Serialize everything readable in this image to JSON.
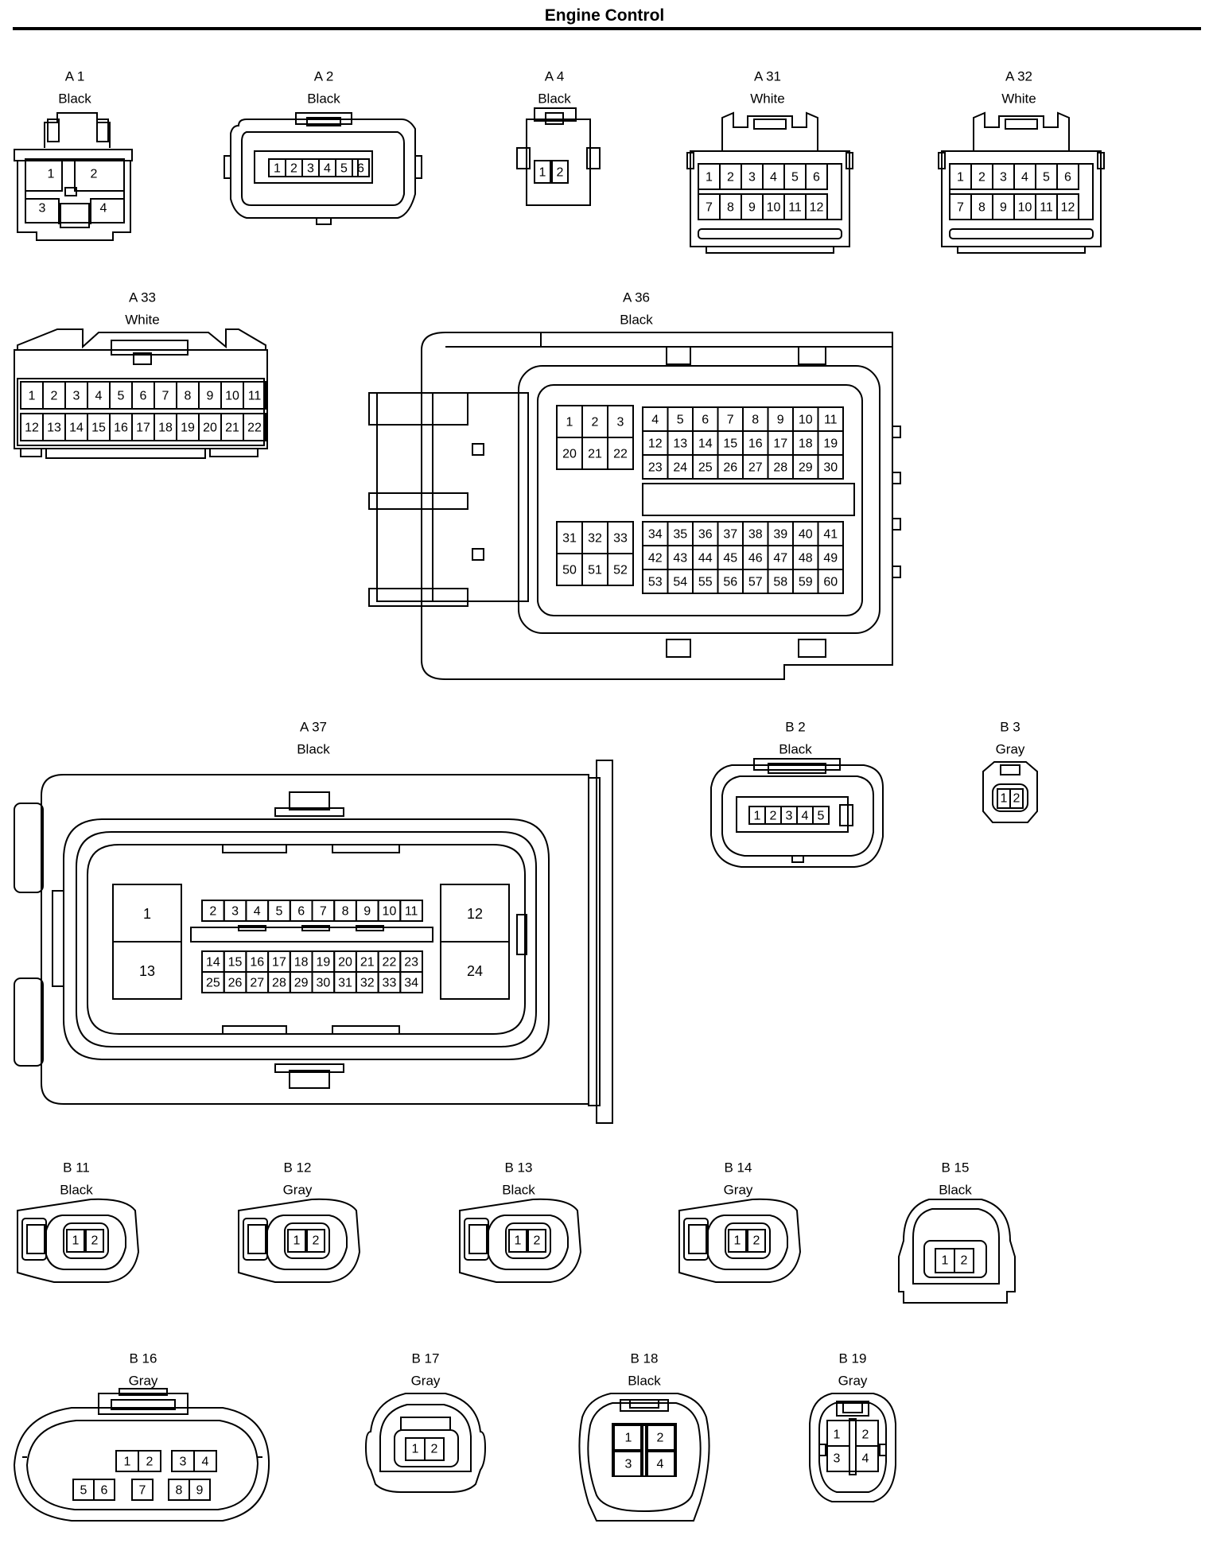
{
  "title": "Engine Control",
  "connectors": [
    {
      "id": "A 1",
      "color": "Black",
      "pins": [
        "1",
        "2",
        "3",
        "4"
      ]
    },
    {
      "id": "A 2",
      "color": "Black",
      "pins": [
        "1",
        "2",
        "3",
        "4",
        "5",
        "6"
      ]
    },
    {
      "id": "A 4",
      "color": "Black",
      "pins": [
        "1",
        "2"
      ]
    },
    {
      "id": "A 31",
      "color": "White",
      "pins": [
        "1",
        "2",
        "3",
        "4",
        "5",
        "6",
        "7",
        "8",
        "9",
        "10",
        "11",
        "12"
      ]
    },
    {
      "id": "A 32",
      "color": "White",
      "pins": [
        "1",
        "2",
        "3",
        "4",
        "5",
        "6",
        "7",
        "8",
        "9",
        "10",
        "11",
        "12"
      ]
    },
    {
      "id": "A 33",
      "color": "White",
      "pins": [
        "1",
        "2",
        "3",
        "4",
        "5",
        "6",
        "7",
        "8",
        "9",
        "10",
        "11",
        "12",
        "13",
        "14",
        "15",
        "16",
        "17",
        "18",
        "19",
        "20",
        "21",
        "22"
      ]
    },
    {
      "id": "A 36",
      "color": "Black",
      "pins": [
        "1",
        "2",
        "3",
        "4",
        "5",
        "6",
        "7",
        "8",
        "9",
        "10",
        "11",
        "12",
        "13",
        "14",
        "15",
        "16",
        "17",
        "18",
        "19",
        "20",
        "21",
        "22",
        "23",
        "24",
        "25",
        "26",
        "27",
        "28",
        "29",
        "30",
        "31",
        "32",
        "33",
        "34",
        "35",
        "36",
        "37",
        "38",
        "39",
        "40",
        "41",
        "42",
        "43",
        "44",
        "45",
        "46",
        "47",
        "48",
        "49",
        "50",
        "51",
        "52",
        "53",
        "54",
        "55",
        "56",
        "57",
        "58",
        "59",
        "60"
      ]
    },
    {
      "id": "A 37",
      "color": "Black",
      "pins": [
        "1",
        "2",
        "3",
        "4",
        "5",
        "6",
        "7",
        "8",
        "9",
        "10",
        "11",
        "12",
        "13",
        "14",
        "15",
        "16",
        "17",
        "18",
        "19",
        "20",
        "21",
        "22",
        "23",
        "24",
        "25",
        "26",
        "27",
        "28",
        "29",
        "30",
        "31",
        "32",
        "33",
        "34"
      ]
    },
    {
      "id": "B 2",
      "color": "Black",
      "pins": [
        "1",
        "2",
        "3",
        "4",
        "5"
      ]
    },
    {
      "id": "B 3",
      "color": "Gray",
      "pins": [
        "1",
        "2"
      ]
    },
    {
      "id": "B 11",
      "color": "Black",
      "pins": [
        "1",
        "2"
      ]
    },
    {
      "id": "B 12",
      "color": "Gray",
      "pins": [
        "1",
        "2"
      ]
    },
    {
      "id": "B 13",
      "color": "Black",
      "pins": [
        "1",
        "2"
      ]
    },
    {
      "id": "B 14",
      "color": "Gray",
      "pins": [
        "1",
        "2"
      ]
    },
    {
      "id": "B 15",
      "color": "Black",
      "pins": [
        "1",
        "2"
      ]
    },
    {
      "id": "B 16",
      "color": "Gray",
      "pins": [
        "1",
        "2",
        "3",
        "4",
        "5",
        "6",
        "7",
        "8",
        "9"
      ]
    },
    {
      "id": "B 17",
      "color": "Gray",
      "pins": [
        "1",
        "2"
      ]
    },
    {
      "id": "B 18",
      "color": "Black",
      "pins": [
        "1",
        "2",
        "3",
        "4"
      ]
    },
    {
      "id": "B 19",
      "color": "Gray",
      "pins": [
        "1",
        "2",
        "3",
        "4"
      ]
    }
  ]
}
